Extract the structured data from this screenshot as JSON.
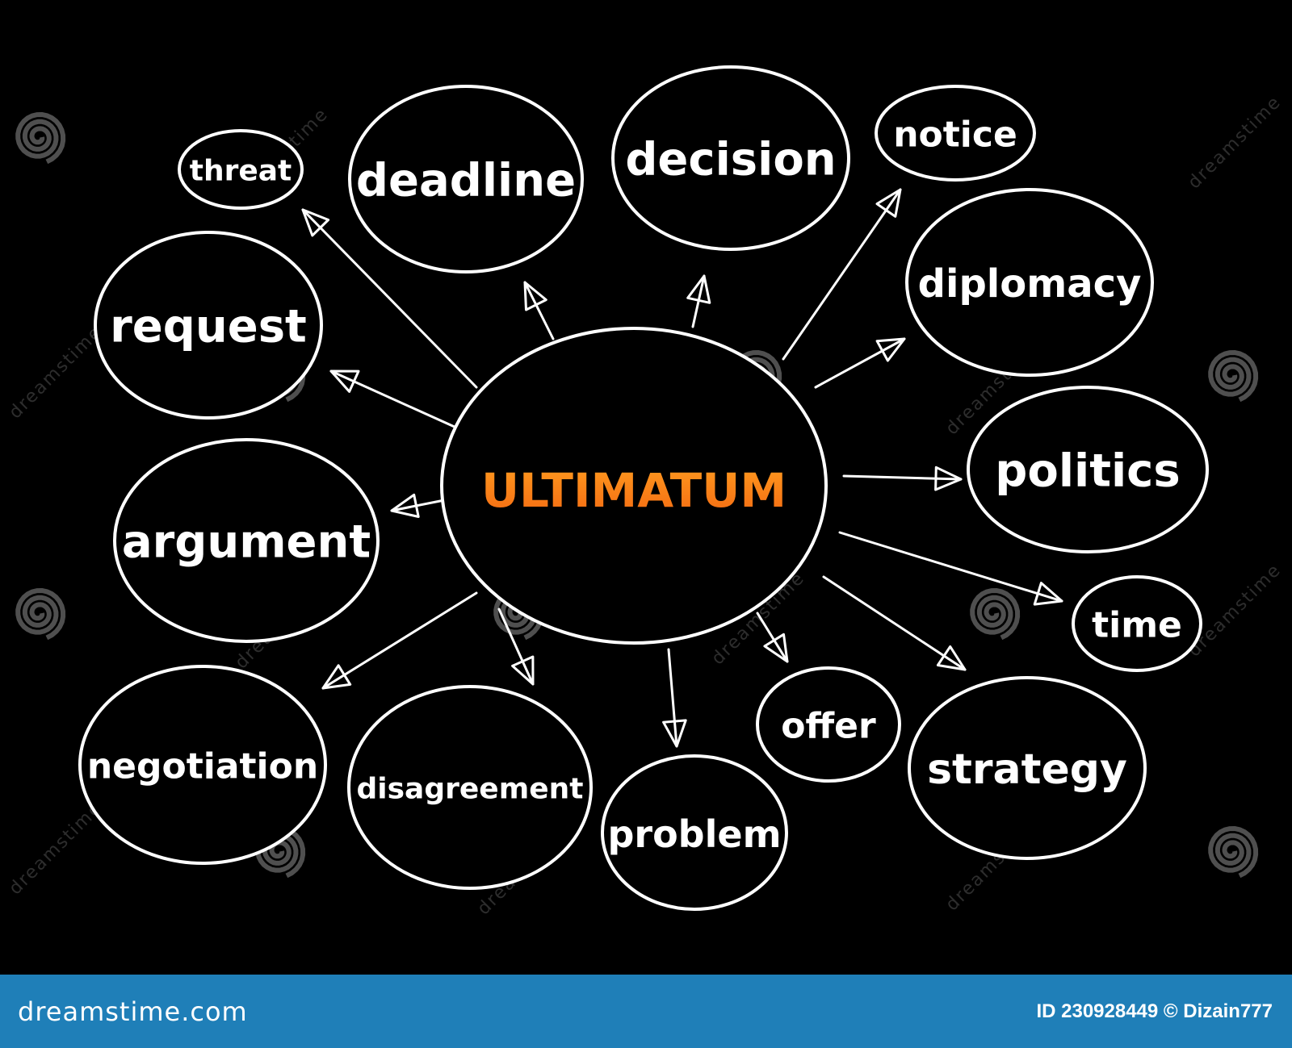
{
  "center": {
    "label": "ULTIMATUM",
    "gradient_top": "#ff9a1f",
    "gradient_bottom": "#f46a12"
  },
  "nodes": [
    {
      "id": "threat",
      "label": "threat"
    },
    {
      "id": "deadline",
      "label": "deadline"
    },
    {
      "id": "decision",
      "label": "decision"
    },
    {
      "id": "notice",
      "label": "notice"
    },
    {
      "id": "diplomacy",
      "label": "diplomacy"
    },
    {
      "id": "request",
      "label": "request"
    },
    {
      "id": "politics",
      "label": "politics"
    },
    {
      "id": "argument",
      "label": "argument"
    },
    {
      "id": "time",
      "label": "time"
    },
    {
      "id": "offer",
      "label": "offer"
    },
    {
      "id": "strategy",
      "label": "strategy"
    },
    {
      "id": "negotiation",
      "label": "negotiation"
    },
    {
      "id": "disagreement",
      "label": "disagreement"
    },
    {
      "id": "problem",
      "label": "problem"
    }
  ],
  "colors": {
    "background": "#000000",
    "stroke": "#ffffff",
    "footer_bg": "#1f7fb8"
  },
  "watermark": {
    "text": "dreamstime"
  },
  "footer": {
    "logo": "dreamstime.com",
    "id_text": "ID 230928449 © Dizain777"
  }
}
